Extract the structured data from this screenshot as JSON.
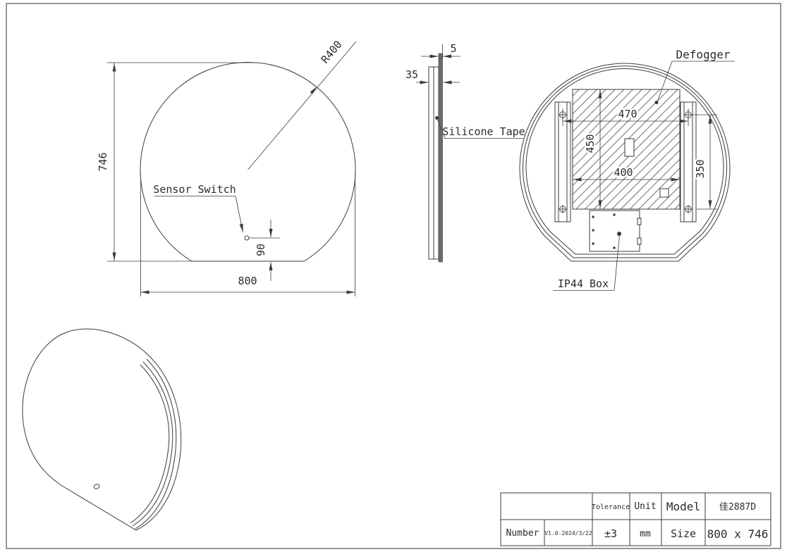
{
  "views": {
    "front": {
      "height_dim": "746",
      "width_dim": "800",
      "radius_dim": "R400",
      "sensor_offset_dim": "90",
      "sensor_label": "Sensor Switch"
    },
    "side": {
      "frame_depth_dim": "35",
      "glass_thickness_dim": "5",
      "tape_label": "Silicone Tape"
    },
    "back": {
      "defogger_label": "Defogger",
      "junction_box_label": "IP44  Box",
      "bracket_span_dim": "470",
      "defogger_height_dim": "450",
      "defogger_width_dim": "400",
      "bracket_height_dim": "350"
    }
  },
  "title_block": {
    "tolerance_label": "Tolerance",
    "tolerance_value": "±3",
    "unit_label": "Unit",
    "unit_value": "mm",
    "model_label": "Model",
    "model_value": "佳2887D",
    "number_label": "Number",
    "number_value": "V1.0-2024/3/22",
    "size_label": "Size",
    "size_value": "800 x 746"
  }
}
